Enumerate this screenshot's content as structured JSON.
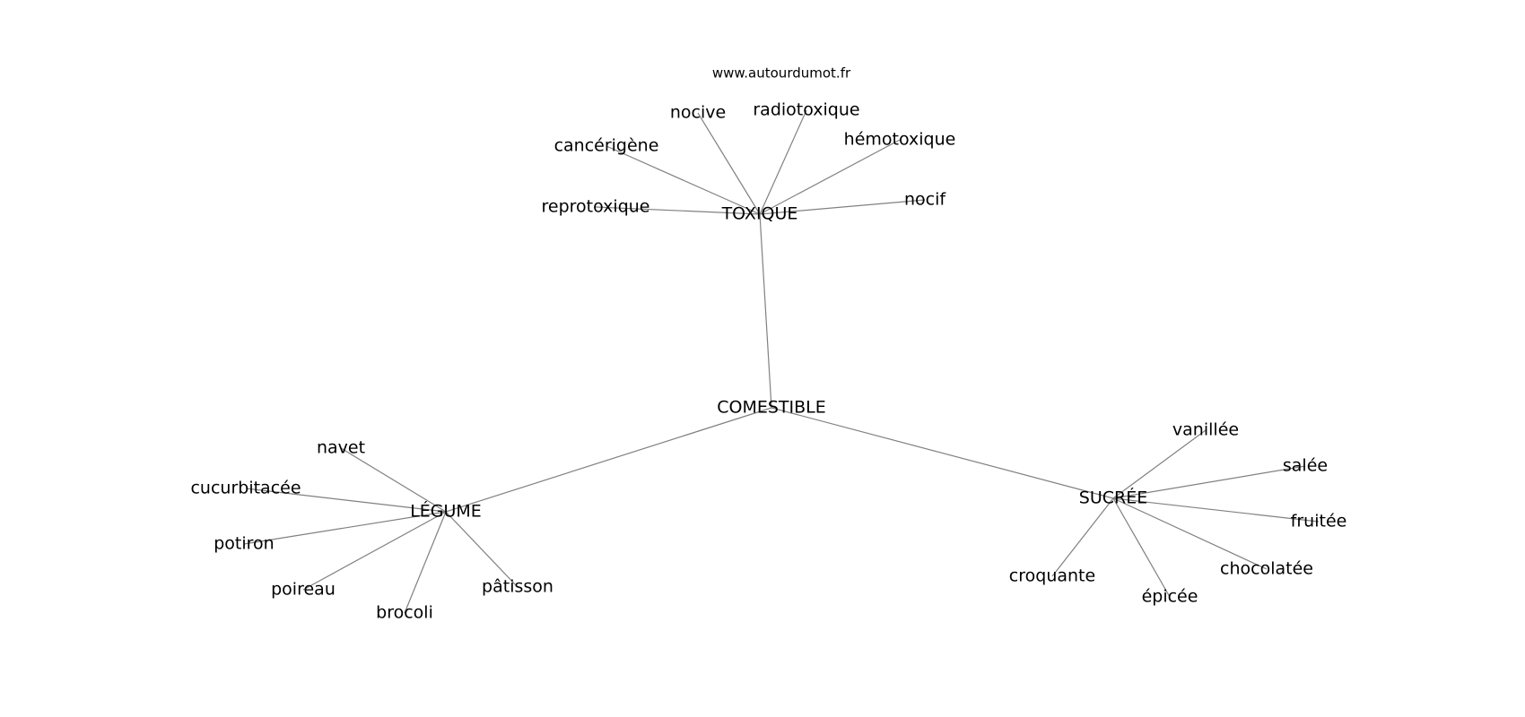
{
  "site": "www.autourdumot.fr",
  "root": {
    "id": "comestible",
    "label": "COMESTIBLE"
  },
  "hubs": [
    {
      "id": "toxique",
      "label": "TOXIQUE",
      "leaves": [
        {
          "id": "nocive",
          "label": "nocive"
        },
        {
          "id": "radiotoxique",
          "label": "radiotoxique"
        },
        {
          "id": "cancerigene",
          "label": "cancérigène"
        },
        {
          "id": "hemotoxique",
          "label": "hémotoxique"
        },
        {
          "id": "reprotoxique",
          "label": "reprotoxique"
        },
        {
          "id": "nocif",
          "label": "nocif"
        }
      ]
    },
    {
      "id": "legume",
      "label": "LÉGUME",
      "leaves": [
        {
          "id": "navet",
          "label": "navet"
        },
        {
          "id": "cucurbitacee",
          "label": "cucurbitacée"
        },
        {
          "id": "potiron",
          "label": "potiron"
        },
        {
          "id": "poireau",
          "label": "poireau"
        },
        {
          "id": "brocoli",
          "label": "brocoli"
        },
        {
          "id": "patisson",
          "label": "pâtisson"
        }
      ]
    },
    {
      "id": "sucree",
      "label": "SUCRÉE",
      "leaves": [
        {
          "id": "vanillee",
          "label": "vanillée"
        },
        {
          "id": "salee",
          "label": "salée"
        },
        {
          "id": "fruitee",
          "label": "fruitée"
        },
        {
          "id": "chocolatee",
          "label": "chocolatée"
        },
        {
          "id": "epicee",
          "label": "épicée"
        },
        {
          "id": "croquante",
          "label": "croquante"
        }
      ]
    }
  ]
}
